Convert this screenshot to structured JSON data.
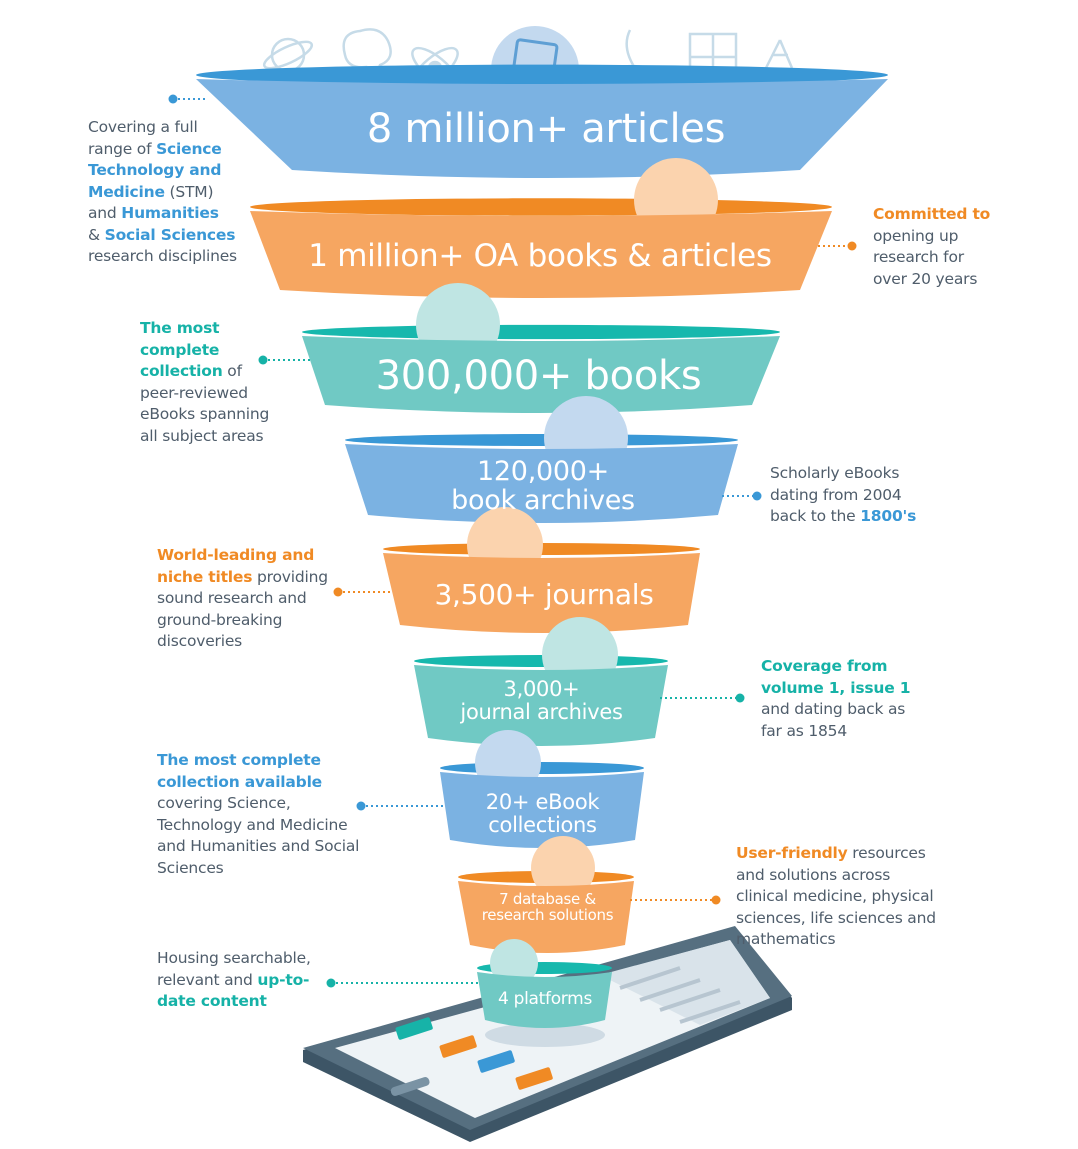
{
  "colors": {
    "blue": "#3a98d6",
    "orange": "#f08a24",
    "teal": "#16b2a7",
    "text": "#4f5d6b"
  },
  "tiers": [
    {
      "label": "8 million+ articles",
      "icon": "article-icon"
    },
    {
      "label": "1 million+ OA books & articles",
      "icon": "open-lock-icon"
    },
    {
      "label": "300,000+ books",
      "icon": "books-icon"
    },
    {
      "label": "120,000+\nbook archives",
      "icon": "open-book-icon"
    },
    {
      "label": "3,500+ journals",
      "icon": "journal-icon"
    },
    {
      "label": "3,000+\njournal archives",
      "icon": "archive-box-icon"
    },
    {
      "label": "20+ eBook\ncollections",
      "icon": "ebook-icon"
    },
    {
      "label": "7 database &\nresearch solutions",
      "icon": "database-icon"
    },
    {
      "label": "4 platforms",
      "icon": "monitor-icon"
    }
  ],
  "annotations": [
    {
      "parts": [
        "Covering a full\nrange of ",
        "Science\nTechnology and\nMedicine",
        " (STM)\nand ",
        "Humanities",
        "\n& ",
        "Social Sciences",
        "\nresearch disciplines"
      ]
    },
    {
      "parts": [
        "Committed to",
        "\nopening up\nresearch for\nover 20 years"
      ]
    },
    {
      "parts": [
        "The most\ncomplete\ncollection",
        " of\npeer-reviewed\neBooks spanning\nall subject areas"
      ]
    },
    {
      "parts": [
        "Scholarly eBooks\ndating from 2004\nback to the ",
        "1800's"
      ]
    },
    {
      "parts": [
        "World-leading and\nniche titles",
        " providing\nsound research and\nground-breaking\ndiscoveries"
      ]
    },
    {
      "parts": [
        "Coverage from\nvolume 1, issue 1",
        "\nand dating back as\nfar as 1854"
      ]
    },
    {
      "parts": [
        "The most complete\ncollection available",
        "\ncovering Science,\nTechnology and Medicine\nand Humanities and Social\nSciences"
      ]
    },
    {
      "parts": [
        "User-friendly",
        " resources\nand solutions across\nclinical medicine, physical\nsciences, life sciences and\nmathematics"
      ]
    },
    {
      "parts": [
        "Housing searchable,\nrelevant and ",
        "up-to-\ndate content"
      ]
    }
  ]
}
